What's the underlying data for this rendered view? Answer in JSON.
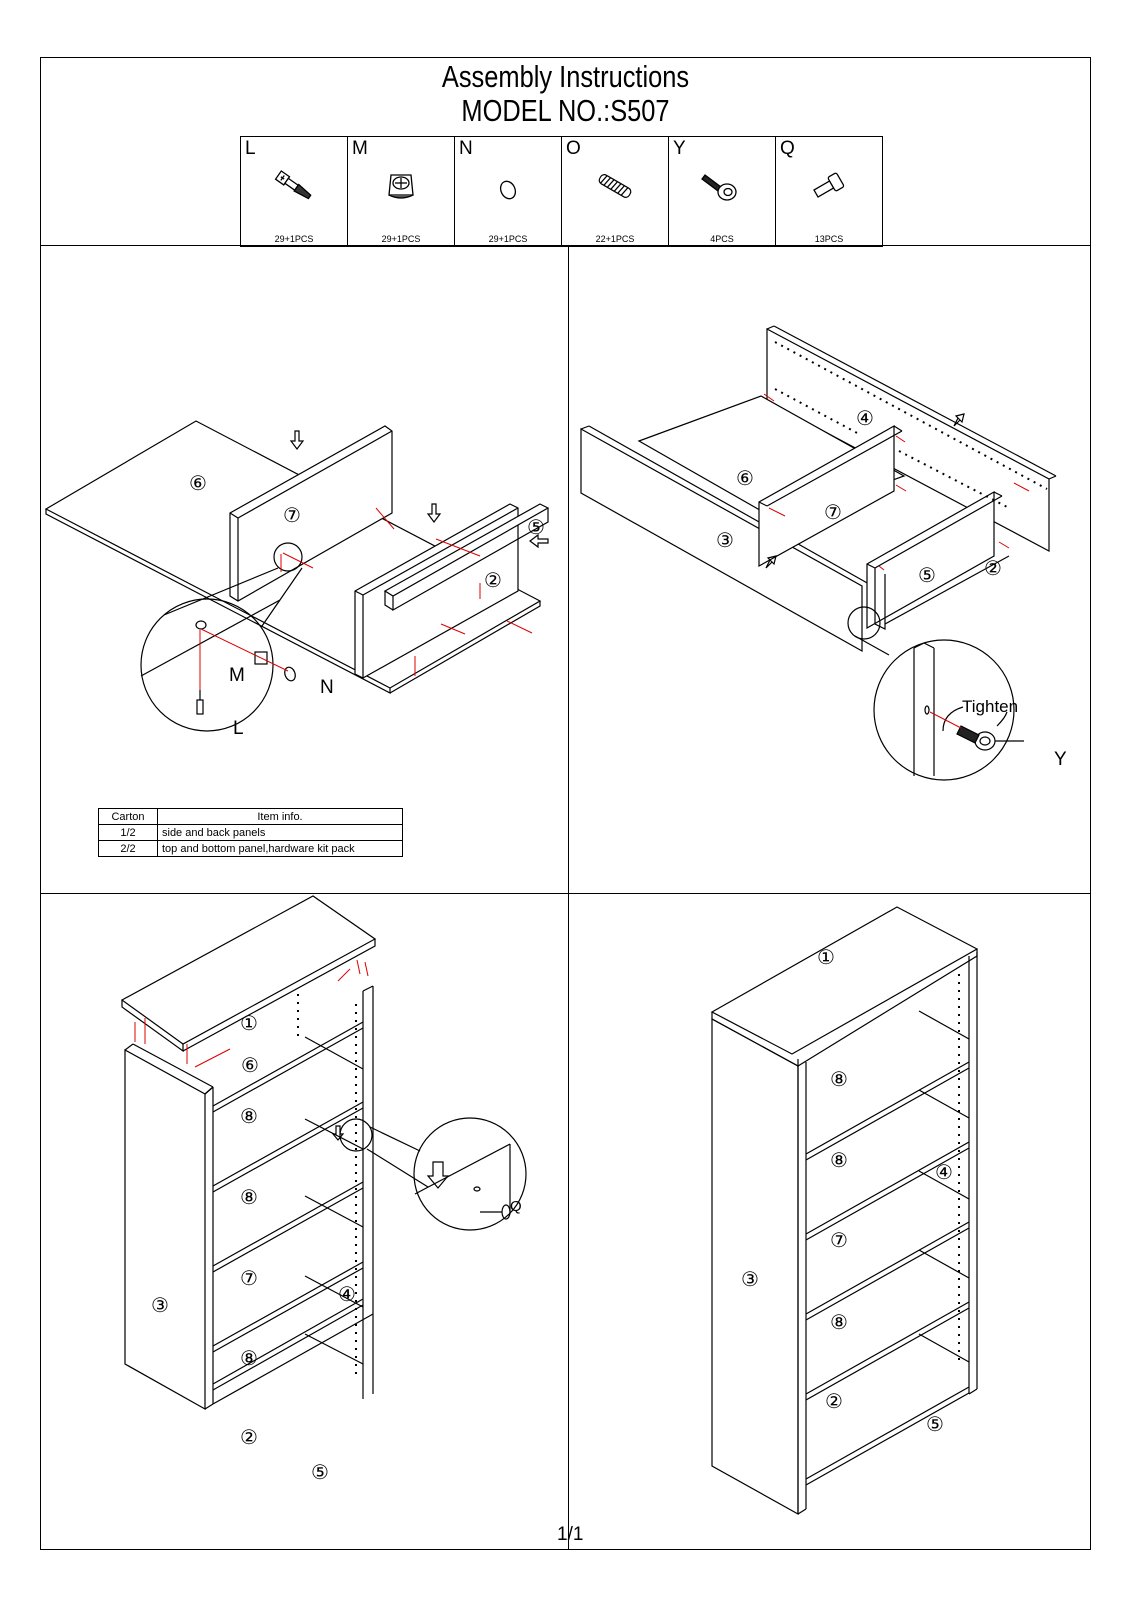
{
  "header": {
    "title": "Assembly Instructions",
    "model": "MODEL NO.:S507"
  },
  "hardware": [
    {
      "letter": "L",
      "qty": "29+1PCS",
      "icon": "cam-bolt-icon"
    },
    {
      "letter": "M",
      "qty": "29+1PCS",
      "icon": "cam-lock-icon"
    },
    {
      "letter": "N",
      "qty": "29+1PCS",
      "icon": "cap-cover-icon"
    },
    {
      "letter": "O",
      "qty": "22+1PCS",
      "icon": "wood-dowel-icon"
    },
    {
      "letter": "Y",
      "qty": "4PCS",
      "icon": "screw-icon"
    },
    {
      "letter": "Q",
      "qty": "13PCS",
      "icon": "shelf-pin-icon"
    }
  ],
  "step1": {
    "panels": [
      "⑥",
      "⑦",
      "⑤",
      "②"
    ],
    "callouts": {
      "m": "M",
      "n": "N",
      "l": "L"
    }
  },
  "step2": {
    "panels": [
      "④",
      "⑥",
      "⑦",
      "③",
      "⑤",
      "②"
    ],
    "callout_text": "Tighten",
    "callout_part": "Y"
  },
  "step3": {
    "panels": [
      "①",
      "⑥",
      "⑧",
      "⑧",
      "⑦",
      "④",
      "⑧",
      "②",
      "③",
      "⑤"
    ],
    "callout_part": "Q"
  },
  "step4": {
    "panels": [
      "①",
      "⑧",
      "⑧",
      "④",
      "⑦",
      "③",
      "⑧",
      "②",
      "⑤"
    ]
  },
  "carton_table": {
    "headers": [
      "Carton",
      "Item info."
    ],
    "rows": [
      [
        "1/2",
        "side and back panels"
      ],
      [
        "2/2",
        "top and bottom panel,hardware kit pack"
      ]
    ]
  },
  "page_number": "1/1"
}
